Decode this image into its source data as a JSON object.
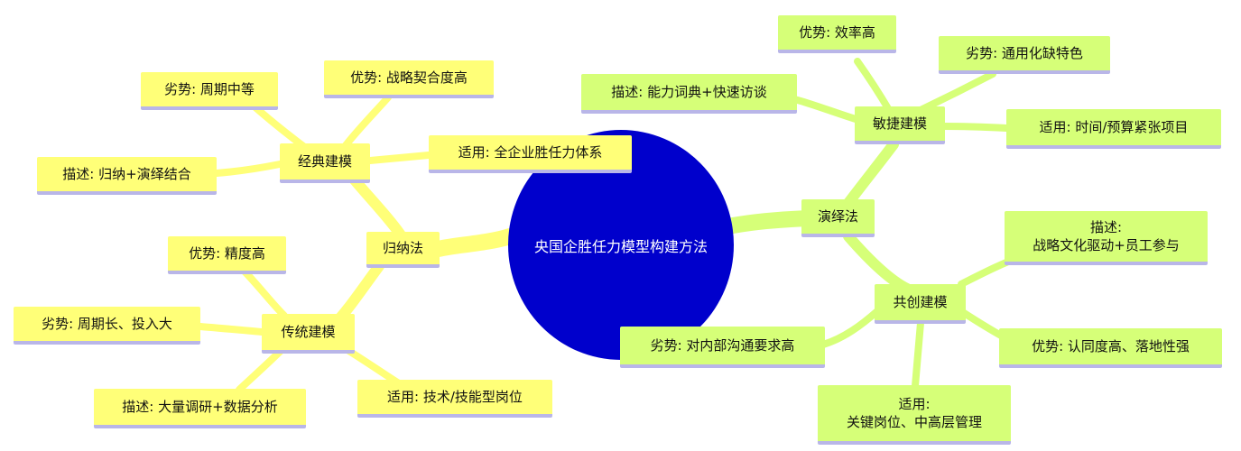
{
  "root": "央国企胜任力模型构建方法",
  "branches": {
    "inductive": {
      "label": "归纳法",
      "classic": {
        "label": "经典建模",
        "advantage": "优势: 战略契合度高",
        "disadvantage": "劣势: 周期中等",
        "description": "描述: 归纳+演绎结合",
        "applicable": "适用: 全企业胜任力体系"
      },
      "traditional": {
        "label": "传统建模",
        "advantage": "优势: 精度高",
        "disadvantage": "劣势: 周期长、投入大",
        "description": "描述: 大量调研+数据分析",
        "applicable": "适用: 技术/技能型岗位"
      }
    },
    "deductive": {
      "label": "演绎法",
      "agile": {
        "label": "敏捷建模",
        "advantage": "优势: 效率高",
        "disadvantage": "劣势: 通用化缺特色",
        "description": "描述: 能力词典+快速访谈",
        "applicable": "适用: 时间/预算紧张项目"
      },
      "cocreation": {
        "label": "共创建模",
        "description": "描述:\n战略文化驱动+员工参与",
        "advantage": "优势: 认同度高、落地性强",
        "disadvantage": "劣势: 对内部沟通要求高",
        "applicable": "适用:\n关键岗位、中高层管理"
      }
    }
  },
  "colors": {
    "center": "#0000cc",
    "left_branch": "#ffff78",
    "right_branch": "#d6ff78",
    "node_underline": "#b9b6e8"
  }
}
